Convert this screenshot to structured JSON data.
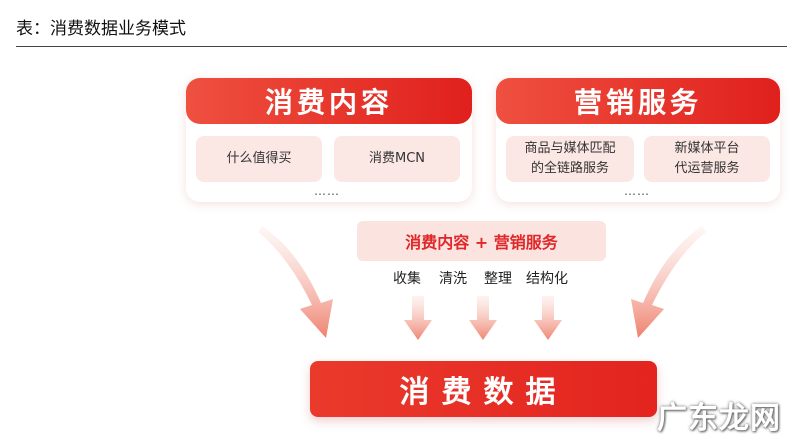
{
  "caption": "表：消费数据业务模式",
  "panels": [
    {
      "title": "消费内容",
      "items": [
        "什么值得买",
        "消费MCN"
      ],
      "more": "……"
    },
    {
      "title": "营销服务",
      "items": [
        "商品与媒体匹配\n的全链路服务",
        "新媒体平台\n代运营服务"
      ],
      "more": "……"
    }
  ],
  "middle": {
    "title": "消费内容 + 营销服务",
    "steps": [
      "收集",
      "清洗",
      "整理",
      "结构化"
    ]
  },
  "bottom": "消费数据",
  "watermark": "广东龙网",
  "colors": {
    "accent": "#e3241f",
    "soft": "#fbe7e4",
    "arrow": "#f08a78"
  }
}
